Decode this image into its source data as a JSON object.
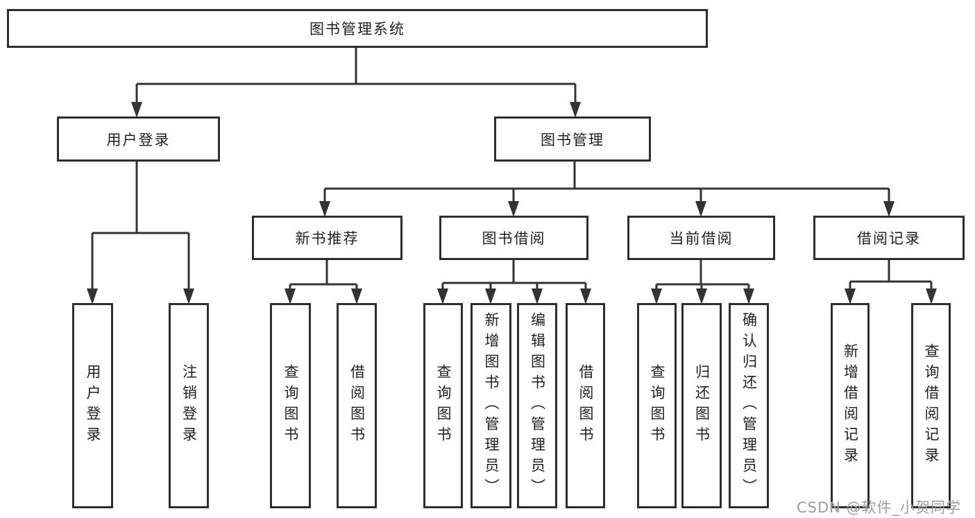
{
  "diagram": {
    "root": {
      "label": "图书管理系统"
    },
    "level2": [
      {
        "label": "用户登录"
      },
      {
        "label": "图书管理"
      }
    ],
    "level3": [
      {
        "label": "新书推荐"
      },
      {
        "label": "图书借阅"
      },
      {
        "label": "当前借阅"
      },
      {
        "label": "借阅记录"
      }
    ],
    "leaves": [
      {
        "label": "用户登录"
      },
      {
        "label": "注销登录"
      },
      {
        "label": "查询图书"
      },
      {
        "label": "借阅图书"
      },
      {
        "label": "查询图书"
      },
      {
        "label": "新增图书（管理员）"
      },
      {
        "label": "编辑图书（管理员）"
      },
      {
        "label": "借阅图书"
      },
      {
        "label": "查询图书"
      },
      {
        "label": "归还图书"
      },
      {
        "label": "确认归还（管理员）"
      },
      {
        "label": "新增借阅记录"
      },
      {
        "label": "查询借阅记录"
      }
    ]
  },
  "watermark": {
    "text": "CSDN @软件_小贺同学"
  },
  "colors": {
    "line": "#333333",
    "box_border": "#2e2e2e",
    "text": "#1f1f1f",
    "watermark": "#9c9c9c",
    "background": "#ffffff"
  }
}
